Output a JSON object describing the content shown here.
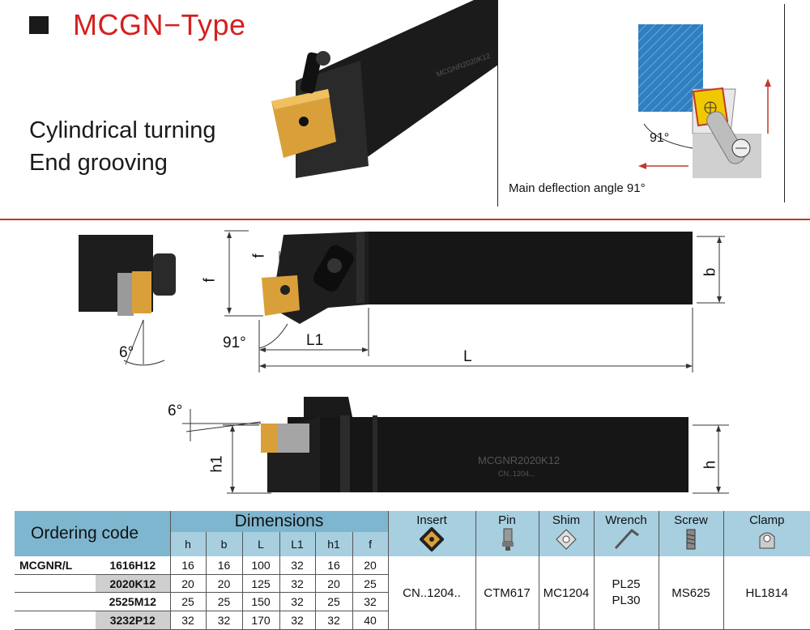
{
  "header": {
    "title": "MCGN−Type",
    "line1": "Cylindrical turning",
    "line2": "End grooving",
    "caption": "Main deflection angle 91°",
    "angle_top": "91°"
  },
  "drawing": {
    "label_f_left": "f",
    "label_f_right": "f",
    "label_b": "b",
    "label_L1": "L1",
    "label_L": "L",
    "label_91": "91°",
    "label_6_top": "6°",
    "label_6_side": "6°",
    "label_h1": "h1",
    "label_h": "h",
    "tool_marking": "MCGNR2020K12",
    "tool_marking2": "CN..1204..."
  },
  "table": {
    "ordering_code": "Ordering code",
    "dimensions": "Dimensions",
    "dim_cols": [
      "h",
      "b",
      "L",
      "L1",
      "h1",
      "f"
    ],
    "insert": "Insert",
    "pin": "Pin",
    "shim": "Shim",
    "wrench": "Wrench",
    "screw": "Screw",
    "clamp": "Clamp",
    "prefix": "MCGNR/L",
    "rows": [
      {
        "code": "1616H12",
        "vals": [
          "16",
          "16",
          "100",
          "32",
          "16",
          "20"
        ]
      },
      {
        "code": "2020K12",
        "vals": [
          "20",
          "20",
          "125",
          "32",
          "20",
          "25"
        ]
      },
      {
        "code": "2525M12",
        "vals": [
          "25",
          "25",
          "150",
          "32",
          "25",
          "32"
        ]
      },
      {
        "code": "3232P12",
        "vals": [
          "32",
          "32",
          "170",
          "32",
          "32",
          "40"
        ]
      }
    ],
    "insert_val": "CN..1204..",
    "pin_val": "CTM617",
    "shim_val": "MC1204",
    "wrench_val1": "PL25",
    "wrench_val2": "PL30",
    "screw_val": "MS625",
    "clamp_val": "HL1814"
  },
  "colors": {
    "title_red": "#d42020",
    "header_blue": "#7fb6cf",
    "subheader_blue": "#a7cfe0",
    "insert_gold": "#d9a03a",
    "workpiece_blue": "#2f7fc1"
  }
}
